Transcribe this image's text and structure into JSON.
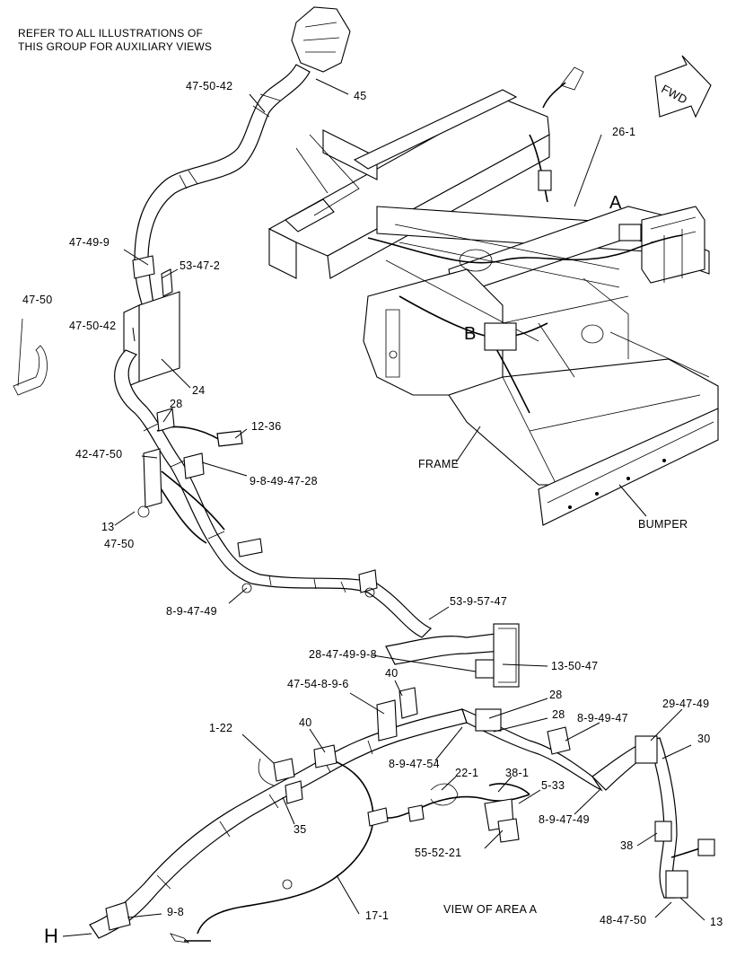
{
  "note": {
    "line1": "REFER TO ALL ILLUSTRATIONS OF",
    "line2": "THIS GROUP FOR AUXILIARY VIEWS"
  },
  "direction_arrow": {
    "label": "FWD"
  },
  "area_markers": {
    "a": "A",
    "b": "B",
    "h": "H"
  },
  "view_caption": "VIEW OF AREA  A",
  "callouts": [
    {
      "id": "c1",
      "text": "47-50-42"
    },
    {
      "id": "c2",
      "text": "45"
    },
    {
      "id": "c3",
      "text": "26-1"
    },
    {
      "id": "c4",
      "text": "47-49-9"
    },
    {
      "id": "c5",
      "text": "53-47-2"
    },
    {
      "id": "c6",
      "text": "47-50"
    },
    {
      "id": "c7",
      "text": "47-50-42"
    },
    {
      "id": "c8",
      "text": "24"
    },
    {
      "id": "c9",
      "text": "28"
    },
    {
      "id": "c10",
      "text": "12-36"
    },
    {
      "id": "c11",
      "text": "42-47-50"
    },
    {
      "id": "c12",
      "text": "9-8-49-47-28"
    },
    {
      "id": "c13",
      "text": "FRAME"
    },
    {
      "id": "c14",
      "text": "13"
    },
    {
      "id": "c15",
      "text": "47-50"
    },
    {
      "id": "c16",
      "text": "BUMPER"
    },
    {
      "id": "c17",
      "text": "8-9-47-49"
    },
    {
      "id": "c18",
      "text": "53-9-57-47"
    },
    {
      "id": "c19",
      "text": "28-47-49-9-8"
    },
    {
      "id": "c20",
      "text": "13-50-47"
    },
    {
      "id": "c21",
      "text": "40"
    },
    {
      "id": "c22",
      "text": "47-54-8-9-6"
    },
    {
      "id": "c23",
      "text": "28"
    },
    {
      "id": "c24",
      "text": "28"
    },
    {
      "id": "c25",
      "text": "8-9-49-47"
    },
    {
      "id": "c26",
      "text": "29-47-49"
    },
    {
      "id": "c27",
      "text": "40"
    },
    {
      "id": "c28",
      "text": "1-22"
    },
    {
      "id": "c29",
      "text": "30"
    },
    {
      "id": "c30",
      "text": "8-9-47-54"
    },
    {
      "id": "c31",
      "text": "22-1"
    },
    {
      "id": "c32",
      "text": "38-1"
    },
    {
      "id": "c33",
      "text": "5-33"
    },
    {
      "id": "c34",
      "text": "35"
    },
    {
      "id": "c35",
      "text": "8-9-47-49"
    },
    {
      "id": "c36",
      "text": "55-52-21"
    },
    {
      "id": "c37",
      "text": "38"
    },
    {
      "id": "c38",
      "text": "9-8"
    },
    {
      "id": "c39",
      "text": "17-1"
    },
    {
      "id": "c40",
      "text": "48-47-50"
    },
    {
      "id": "c41",
      "text": "13"
    }
  ]
}
